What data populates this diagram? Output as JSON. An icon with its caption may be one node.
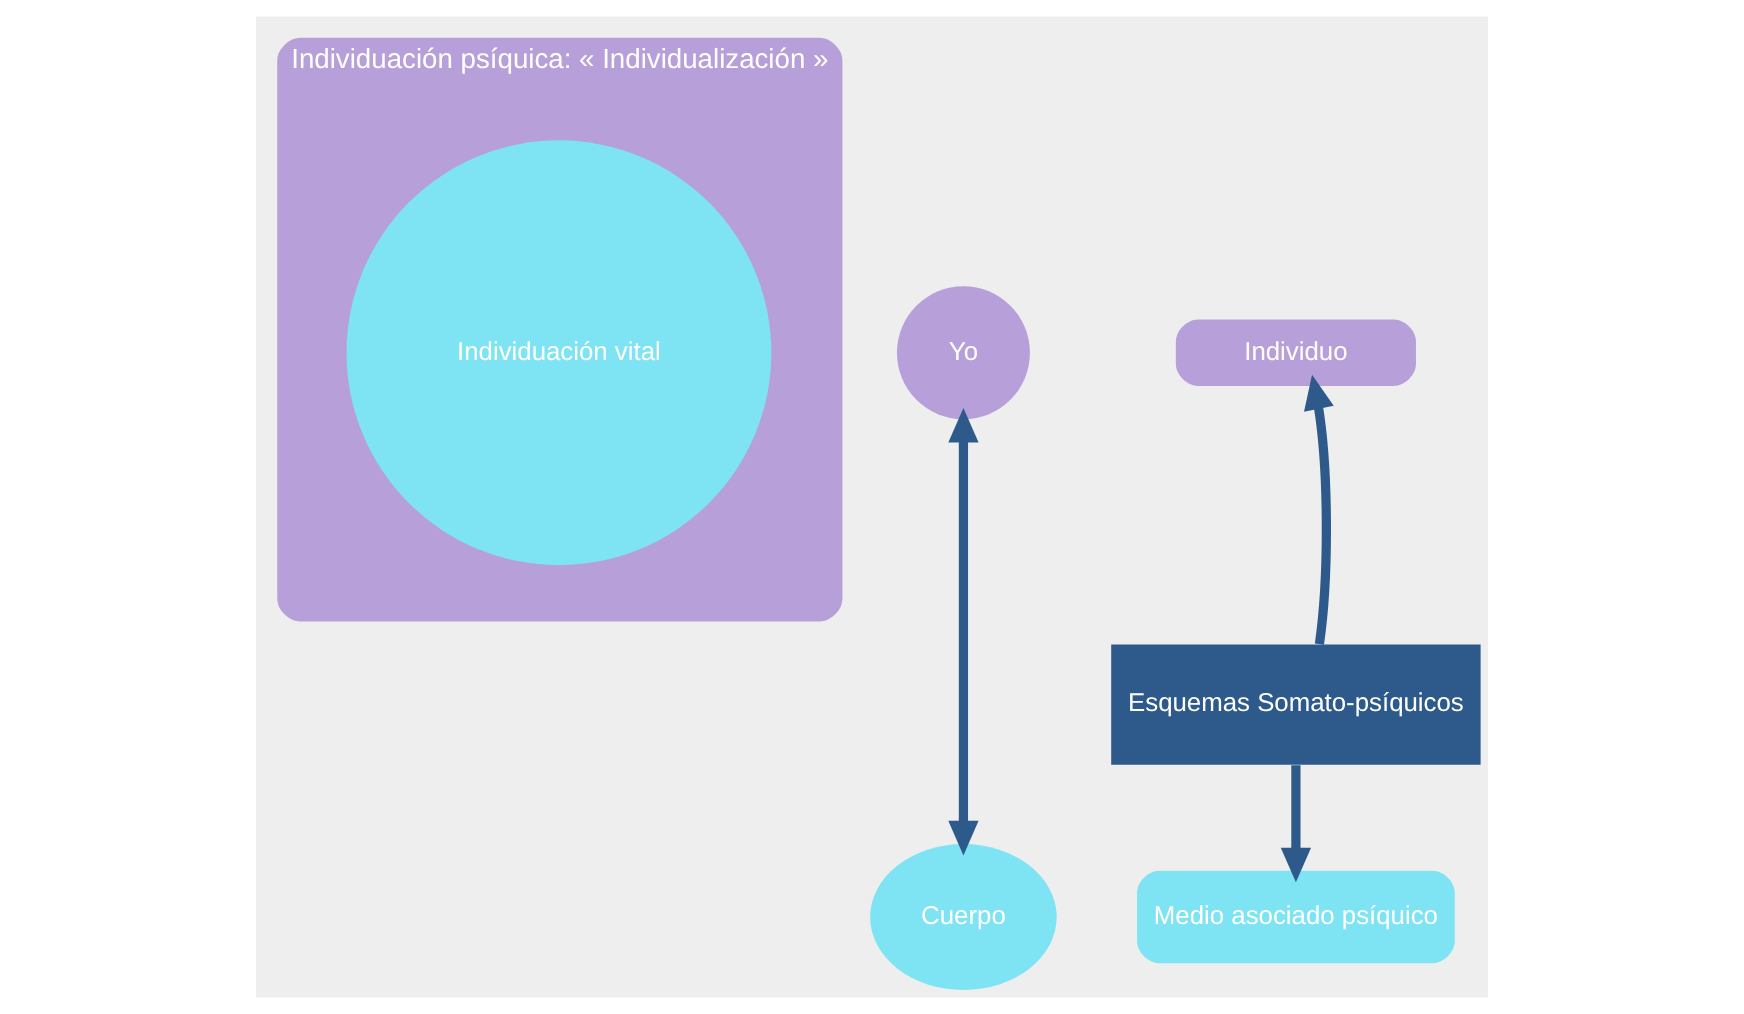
{
  "diagram": {
    "nodes": [
      {
        "text": [
          "Individuación psíquica: « Individualización »"
        ]
      },
      {
        "text": [
          "Individuación vital"
        ],
        "in": 0
      },
      {
        "text": [
          "Yo"
        ]
      },
      {
        "text": [
          "Individuo"
        ]
      },
      {
        "text": [
          "Esquemas Somato-psíquicos"
        ]
      },
      {
        "text": [
          "Cuerpo"
        ]
      },
      {
        "text": [
          "Medio asociado psíquico"
        ]
      }
    ],
    "edges": [
      {
        "from": 2,
        "to": 5,
        "arrow": "both"
      },
      {
        "from": 4,
        "to": 3,
        "arrow": "to"
      },
      {
        "from": 4,
        "to": 6,
        "arrow": "to"
      }
    ]
  }
}
